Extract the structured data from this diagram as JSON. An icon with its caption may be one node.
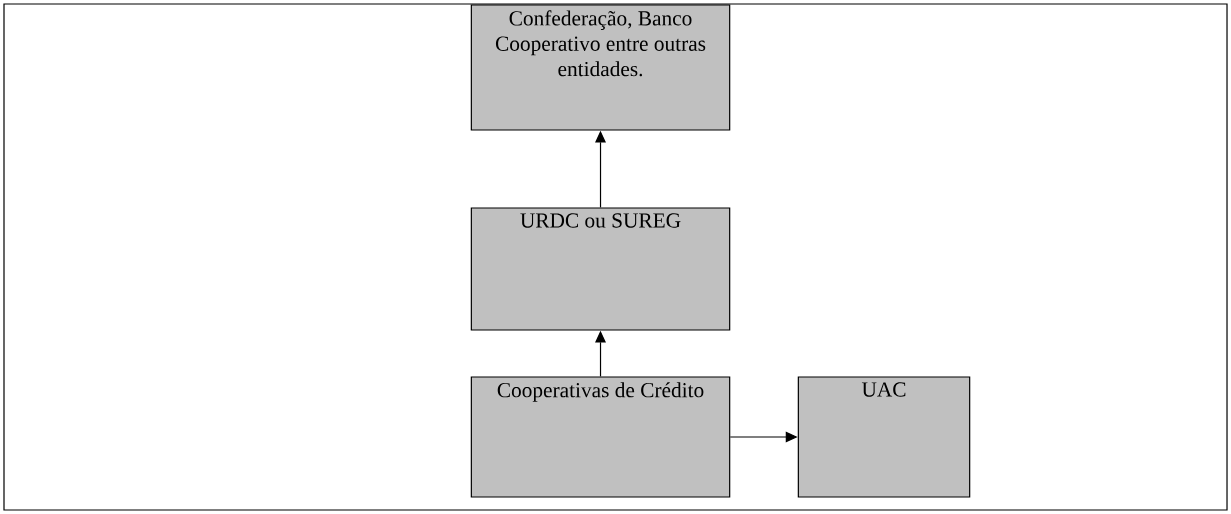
{
  "diagram": {
    "nodes": [
      {
        "text": [
          "Confederação, Banco Cooperativo entre outras entidades."
        ]
      },
      {
        "text": [
          "URDC ou SUREG"
        ]
      },
      {
        "text": [
          "Cooperativas de Crédito"
        ]
      },
      {
        "text": [
          "UAC"
        ]
      }
    ],
    "edges": [
      {
        "from": 1,
        "to": 0,
        "arrow": "to"
      },
      {
        "from": 2,
        "to": 1,
        "arrow": "to"
      },
      {
        "from": 2,
        "to": 3,
        "arrow": "to"
      }
    ]
  }
}
